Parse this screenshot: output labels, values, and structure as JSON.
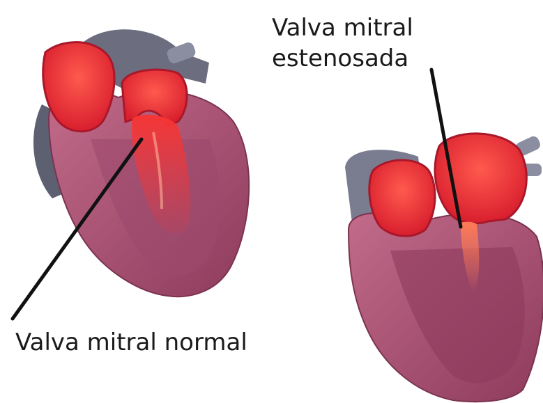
{
  "labels": {
    "stenosed_line1": "Valva mitral",
    "stenosed_line2": "estenosada",
    "normal": "Valva mitral normal"
  },
  "colors": {
    "background": "#ffffff",
    "myocardium": "#b05a78",
    "myocardium_dark": "#7a3350",
    "blood": "#e8323a",
    "blood_light": "#ff6a5a",
    "vessel_gray": "#6c6e80",
    "pointer": "#111111"
  }
}
